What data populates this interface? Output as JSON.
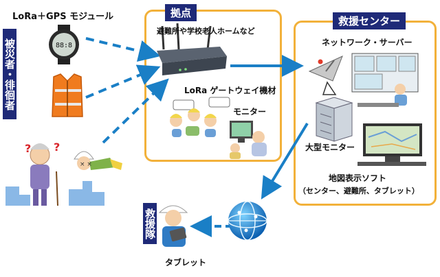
{
  "gps_module_label": "LoRa＋GPS モジュール",
  "victims_label": "被災者・徘徊者",
  "base": {
    "title": "拠点",
    "subtitle": "避難所や学校老人ホームなど",
    "gateway_label": "LoRa ゲートウェイ機材",
    "monitor_label": "モニター"
  },
  "rescue_center": {
    "title": "救援センター",
    "network_label": "ネットワーク・サーバー",
    "large_monitor_label": "大型モニター",
    "map_software_label": "地図表示ソフト",
    "map_software_sub": "（センター、避難所、タブレット）"
  },
  "rescue_team": {
    "title": "救援隊",
    "tablet_label": "タブレット"
  },
  "colors": {
    "arrow": "#1a7fc6",
    "panel_border": "#f2b13a",
    "label_bg": "#1f2a78"
  }
}
